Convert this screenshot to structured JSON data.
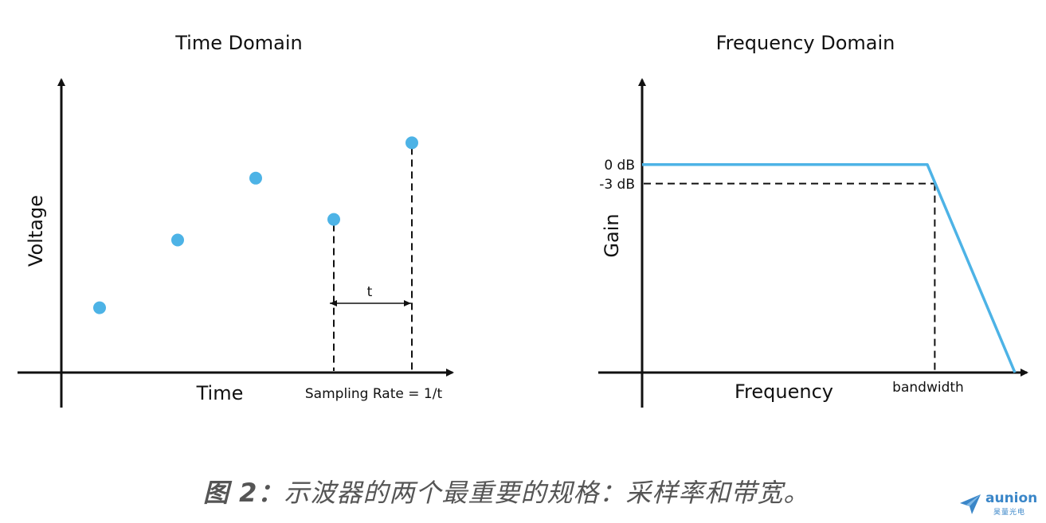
{
  "caption": {
    "prefix": "图 2：",
    "text": "示波器的两个最重要的规格：采样率和带宽。"
  },
  "logo": {
    "name": "aunion",
    "subtitle": "昊量光电"
  },
  "colors": {
    "accent": "#4db3e6",
    "ink": "#111111",
    "caption": "#555555",
    "logo": "#3a86c8"
  },
  "time_domain": {
    "title": "Time Domain",
    "xlabel": "Time",
    "ylabel": "Voltage",
    "interval_label": "t",
    "sampling_label": "Sampling Rate = 1/t",
    "samples": [
      {
        "index": 1,
        "voltage": 0.22
      },
      {
        "index": 2,
        "voltage": 0.45
      },
      {
        "index": 3,
        "voltage": 0.66
      },
      {
        "index": 4,
        "voltage": 0.52
      },
      {
        "index": 5,
        "voltage": 0.78
      }
    ],
    "marked_samples": [
      4,
      5
    ]
  },
  "frequency_domain": {
    "title": "Frequency Domain",
    "xlabel": "Frequency",
    "ylabel": "Gain",
    "level_labels": [
      "0 dB",
      "-3 dB"
    ],
    "bandwidth_label": "bandwidth",
    "response": [
      {
        "f": 0.0,
        "gain": 0.71
      },
      {
        "f": 0.765,
        "gain": 0.71
      },
      {
        "f": 1.0,
        "gain": 0.0
      }
    ],
    "minus3_level": 0.645,
    "bandwidth_f": 0.785
  }
}
